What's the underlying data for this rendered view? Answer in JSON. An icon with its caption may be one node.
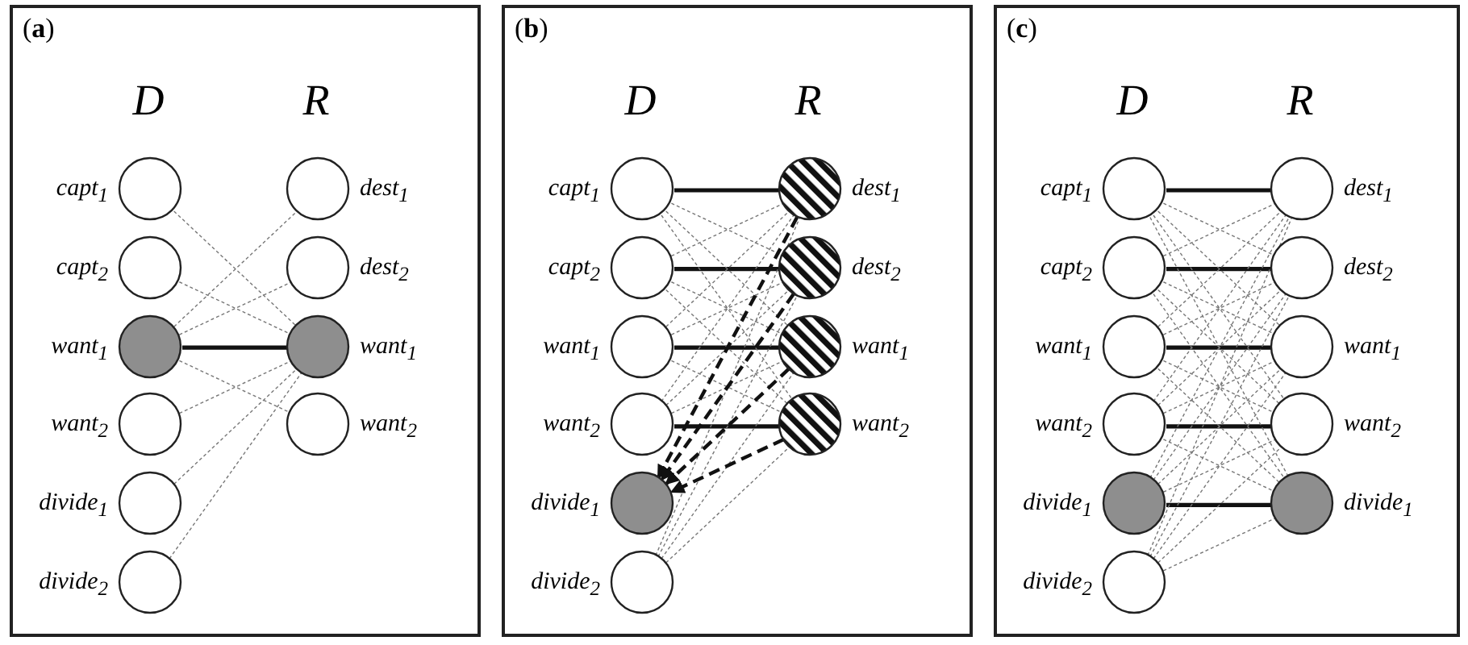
{
  "diagram": {
    "nodes": [
      {
        "text": [
          "(**a**)",
          "D",
          "R"
        ]
      },
      {
        "text": [],
        "shape": "circle",
        "in": 0,
        "beside": [
          "capt$_{1}$"
        ]
      },
      {
        "text": [],
        "shape": "circle",
        "in": 0,
        "beside": [
          "capt$_{2}$"
        ]
      },
      {
        "text": [],
        "shape": "circle",
        "in": 0,
        "beside": [
          "want$_{1}$"
        ]
      },
      {
        "text": [],
        "shape": "circle",
        "in": 0,
        "beside": [
          "want$_{2}$"
        ]
      },
      {
        "text": [],
        "shape": "circle",
        "in": 0,
        "beside": [
          "divide$_{1}$"
        ]
      },
      {
        "text": [],
        "shape": "circle",
        "in": 0,
        "beside": [
          "divide$_{2}$"
        ]
      },
      {
        "text": [],
        "shape": "circle",
        "in": 0,
        "beside": [
          "dest$_{1}$"
        ]
      },
      {
        "text": [],
        "shape": "circle",
        "in": 0,
        "beside": [
          "dest$_{2}$"
        ]
      },
      {
        "text": [],
        "shape": "circle",
        "in": 0,
        "beside": [
          "want$_{1}$"
        ]
      },
      {
        "text": [],
        "shape": "circle",
        "in": 0,
        "beside": [
          "want$_{2}$"
        ]
      },
      {
        "text": [
          "(**b**)",
          "D",
          "R"
        ]
      },
      {
        "text": [],
        "shape": "circle",
        "in": 11,
        "beside": [
          "capt$_{1}$"
        ]
      },
      {
        "text": [],
        "shape": "circle",
        "in": 11,
        "beside": [
          "capt$_{2}$"
        ]
      },
      {
        "text": [],
        "shape": "circle",
        "in": 11,
        "beside": [
          "want$_{1}$"
        ]
      },
      {
        "text": [],
        "shape": "circle",
        "in": 11,
        "beside": [
          "want$_{2}$"
        ]
      },
      {
        "text": [],
        "shape": "circle",
        "in": 11,
        "beside": [
          "divide$_{1}$"
        ]
      },
      {
        "text": [],
        "shape": "circle",
        "in": 11,
        "beside": [
          "divide$_{2}$"
        ]
      },
      {
        "text": [],
        "shape": "circle",
        "in": 11,
        "beside": [
          "dest$_{1}$"
        ]
      },
      {
        "text": [],
        "shape": "circle",
        "in": 11,
        "beside": [
          "dest$_{2}$"
        ]
      },
      {
        "text": [],
        "shape": "circle",
        "in": 11,
        "beside": [
          "want$_{1}$"
        ]
      },
      {
        "text": [],
        "shape": "circle",
        "in": 11,
        "beside": [
          "want$_{2}$"
        ]
      },
      {
        "text": [
          "(**c**)",
          "D",
          "R"
        ]
      },
      {
        "text": [],
        "shape": "circle",
        "in": 22,
        "beside": [
          "capt$_{1}$"
        ]
      },
      {
        "text": [],
        "shape": "circle",
        "in": 22,
        "beside": [
          "capt$_{2}$"
        ]
      },
      {
        "text": [],
        "shape": "circle",
        "in": 22,
        "beside": [
          "want$_{1}$"
        ]
      },
      {
        "text": [],
        "shape": "circle",
        "in": 22,
        "beside": [
          "want$_{2}$"
        ]
      },
      {
        "text": [],
        "shape": "circle",
        "in": 22,
        "beside": [
          "divide$_{1}$"
        ]
      },
      {
        "text": [],
        "shape": "circle",
        "in": 22,
        "beside": [
          "divide$_{2}$"
        ]
      },
      {
        "text": [],
        "shape": "circle",
        "in": 22,
        "beside": [
          "dest$_{1}$"
        ]
      },
      {
        "text": [],
        "shape": "circle",
        "in": 22,
        "beside": [
          "dest$_{2}$"
        ]
      },
      {
        "text": [],
        "shape": "circle",
        "in": 22,
        "beside": [
          "want$_{1}$"
        ]
      },
      {
        "text": [],
        "shape": "circle",
        "in": 22,
        "beside": [
          "want$_{2}$"
        ]
      },
      {
        "text": [],
        "shape": "circle",
        "in": 22,
        "beside": [
          "divide$_{1}$"
        ]
      }
    ],
    "edges": [
      {
        "from": 3,
        "to": 9,
        "arrow": "none",
        "style": "thick",
        "color": "#111111"
      },
      {
        "from": 3,
        "to": 7,
        "arrow": "none",
        "style": "dashed"
      },
      {
        "from": 3,
        "to": 8,
        "arrow": "none",
        "style": "dashed"
      },
      {
        "from": 3,
        "to": 10,
        "arrow": "none",
        "style": "dashed"
      },
      {
        "from": 1,
        "to": 9,
        "arrow": "none",
        "style": "dashed"
      },
      {
        "from": 2,
        "to": 9,
        "arrow": "none",
        "style": "dashed"
      },
      {
        "from": 4,
        "to": 9,
        "arrow": "none",
        "style": "dashed"
      },
      {
        "from": 5,
        "to": 9,
        "arrow": "none",
        "style": "dashed"
      },
      {
        "from": 6,
        "to": 9,
        "arrow": "none",
        "style": "dashed"
      },
      {
        "from": 12,
        "to": 18,
        "arrow": "none",
        "style": "thick",
        "color": "#111111"
      },
      {
        "from": 13,
        "to": 19,
        "arrow": "none",
        "style": "thick",
        "color": "#111111"
      },
      {
        "from": 14,
        "to": 20,
        "arrow": "none",
        "style": "thick",
        "color": "#111111"
      },
      {
        "from": 15,
        "to": 21,
        "arrow": "none",
        "style": "thick",
        "color": "#111111"
      },
      {
        "from": 12,
        "to": 19,
        "arrow": "none",
        "style": "dashed"
      },
      {
        "from": 12,
        "to": 20,
        "arrow": "none",
        "style": "dashed"
      },
      {
        "from": 12,
        "to": 21,
        "arrow": "none",
        "style": "dashed"
      },
      {
        "from": 13,
        "to": 18,
        "arrow": "none",
        "style": "dashed"
      },
      {
        "from": 13,
        "to": 20,
        "arrow": "none",
        "style": "dashed"
      },
      {
        "from": 13,
        "to": 21,
        "arrow": "none",
        "style": "dashed"
      },
      {
        "from": 14,
        "to": 18,
        "arrow": "none",
        "style": "dashed"
      },
      {
        "from": 14,
        "to": 19,
        "arrow": "none",
        "style": "dashed"
      },
      {
        "from": 14,
        "to": 21,
        "arrow": "none",
        "style": "dashed"
      },
      {
        "from": 15,
        "to": 18,
        "arrow": "none",
        "style": "dashed"
      },
      {
        "from": 15,
        "to": 19,
        "arrow": "none",
        "style": "dashed"
      },
      {
        "from": 15,
        "to": 20,
        "arrow": "none",
        "style": "dashed"
      },
      {
        "from": 17,
        "to": 18,
        "arrow": "none",
        "style": "dashed"
      },
      {
        "from": 17,
        "to": 19,
        "arrow": "none",
        "style": "dashed"
      },
      {
        "from": 17,
        "to": 20,
        "arrow": "none",
        "style": "dashed"
      },
      {
        "from": 17,
        "to": 21,
        "arrow": "none",
        "style": "dashed"
      },
      {
        "from": 18,
        "to": 16,
        "arrow": "to",
        "style": "dashed",
        "color": "#111111"
      },
      {
        "from": 19,
        "to": 16,
        "arrow": "to",
        "style": "dashed",
        "color": "#111111"
      },
      {
        "from": 20,
        "to": 16,
        "arrow": "to",
        "style": "dashed",
        "color": "#111111"
      },
      {
        "from": 21,
        "to": 16,
        "arrow": "to",
        "style": "dashed",
        "color": "#111111"
      },
      {
        "from": 23,
        "to": 29,
        "arrow": "none",
        "style": "thick",
        "color": "#111111"
      },
      {
        "from": 24,
        "to": 30,
        "arrow": "none",
        "style": "thick",
        "color": "#111111"
      },
      {
        "from": 25,
        "to": 31,
        "arrow": "none",
        "style": "thick",
        "color": "#111111"
      },
      {
        "from": 26,
        "to": 32,
        "arrow": "none",
        "style": "thick",
        "color": "#111111"
      },
      {
        "from": 27,
        "to": 33,
        "arrow": "none",
        "style": "thick",
        "color": "#111111"
      },
      {
        "from": 23,
        "to": 30,
        "arrow": "none",
        "style": "dashed"
      },
      {
        "from": 23,
        "to": 31,
        "arrow": "none",
        "style": "dashed"
      },
      {
        "from": 23,
        "to": 32,
        "arrow": "none",
        "style": "dashed"
      },
      {
        "from": 23,
        "to": 33,
        "arrow": "none",
        "style": "dashed"
      },
      {
        "from": 24,
        "to": 29,
        "arrow": "none",
        "style": "dashed"
      },
      {
        "from": 24,
        "to": 31,
        "arrow": "none",
        "style": "dashed"
      },
      {
        "from": 24,
        "to": 32,
        "arrow": "none",
        "style": "dashed"
      },
      {
        "from": 24,
        "to": 33,
        "arrow": "none",
        "style": "dashed"
      },
      {
        "from": 25,
        "to": 29,
        "arrow": "none",
        "style": "dashed"
      },
      {
        "from": 25,
        "to": 30,
        "arrow": "none",
        "style": "dashed"
      },
      {
        "from": 25,
        "to": 32,
        "arrow": "none",
        "style": "dashed"
      },
      {
        "from": 25,
        "to": 33,
        "arrow": "none",
        "style": "dashed"
      },
      {
        "from": 26,
        "to": 29,
        "arrow": "none",
        "style": "dashed"
      },
      {
        "from": 26,
        "to": 30,
        "arrow": "none",
        "style": "dashed"
      },
      {
        "from": 26,
        "to": 31,
        "arrow": "none",
        "style": "dashed"
      },
      {
        "from": 26,
        "to": 33,
        "arrow": "none",
        "style": "dashed"
      },
      {
        "from": 27,
        "to": 29,
        "arrow": "none",
        "style": "dashed"
      },
      {
        "from": 27,
        "to": 30,
        "arrow": "none",
        "style": "dashed"
      },
      {
        "from": 27,
        "to": 31,
        "arrow": "none",
        "style": "dashed"
      },
      {
        "from": 27,
        "to": 32,
        "arrow": "none",
        "style": "dashed"
      },
      {
        "from": 28,
        "to": 29,
        "arrow": "none",
        "style": "dashed"
      },
      {
        "from": 28,
        "to": 30,
        "arrow": "none",
        "style": "dashed"
      },
      {
        "from": 28,
        "to": 31,
        "arrow": "none",
        "style": "dashed"
      },
      {
        "from": 28,
        "to": 32,
        "arrow": "none",
        "style": "dashed"
      },
      {
        "from": 28,
        "to": 33,
        "arrow": "none",
        "style": "dashed"
      }
    ]
  }
}
